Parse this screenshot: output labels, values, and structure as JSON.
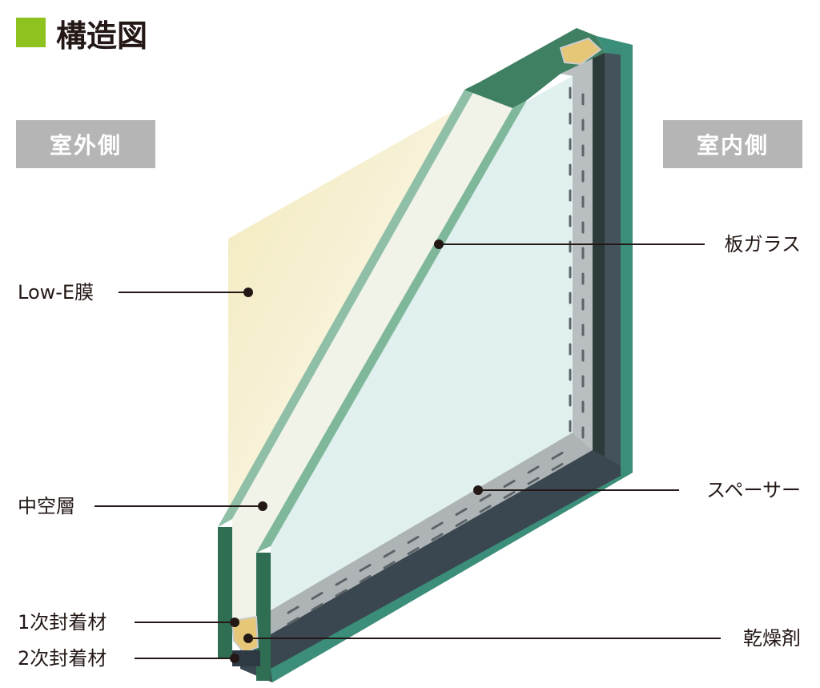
{
  "title": "構造図",
  "side_labels": {
    "outdoor": "室外側",
    "indoor": "室内側"
  },
  "labels": {
    "low_e": "Low-E膜",
    "hollow_layer": "中空層",
    "primary_sealant": "1次封着材",
    "secondary_sealant": "2次封着材",
    "glass": "板ガラス",
    "spacer": "スペーサー",
    "desiccant": "乾燥剤"
  },
  "colors": {
    "accent": "#8dc21f",
    "badge": "#b5b5b5",
    "glass_edge": "#2f6e52",
    "glass_face": "#dff0ef",
    "spacer": "#b9bec0",
    "frame": "#3f4d57"
  }
}
